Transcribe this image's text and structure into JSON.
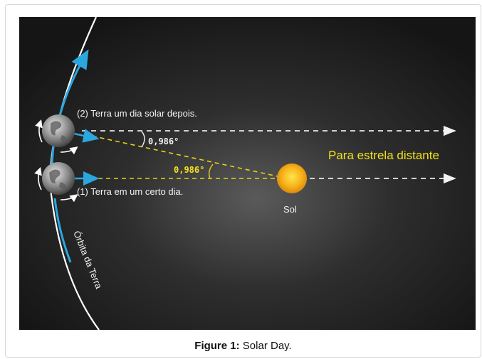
{
  "diagram": {
    "labels": {
      "earth_2": "(2) Terra um dia solar depois.",
      "earth_1": "(1) Terra em um certo dia.",
      "angle_top": "0,986°",
      "angle_bottom": "0,986°",
      "distant_star": "Para estrela distante",
      "sun": "Sol",
      "orbit": "Órbita da Terra"
    },
    "colors": {
      "background": "#1f1f1f",
      "orbit_line": "#ffffff",
      "orbit_arc": "#2aa7df",
      "dashed_white": "#e9e9e9",
      "dashed_yellow": "#e8d21a",
      "accent_text": "#f3e21b",
      "sun": "#f2a716"
    },
    "icons": {
      "earth": "globe-icon",
      "arrow": "arrowhead-icon"
    }
  },
  "caption": {
    "label": "Figure 1:",
    "text": "Solar Day."
  }
}
